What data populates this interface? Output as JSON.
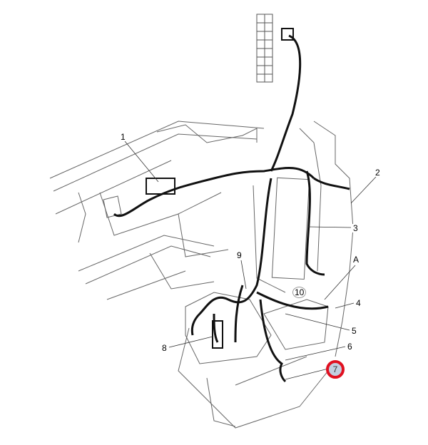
{
  "callouts": {
    "c1": "1",
    "c2": "2",
    "c3": "3",
    "cA": "A",
    "c4": "4",
    "c5": "5",
    "c6": "6",
    "c7": "7",
    "c8": "8",
    "c9": "9",
    "c10": "10"
  },
  "highlight_color": "#e01020"
}
